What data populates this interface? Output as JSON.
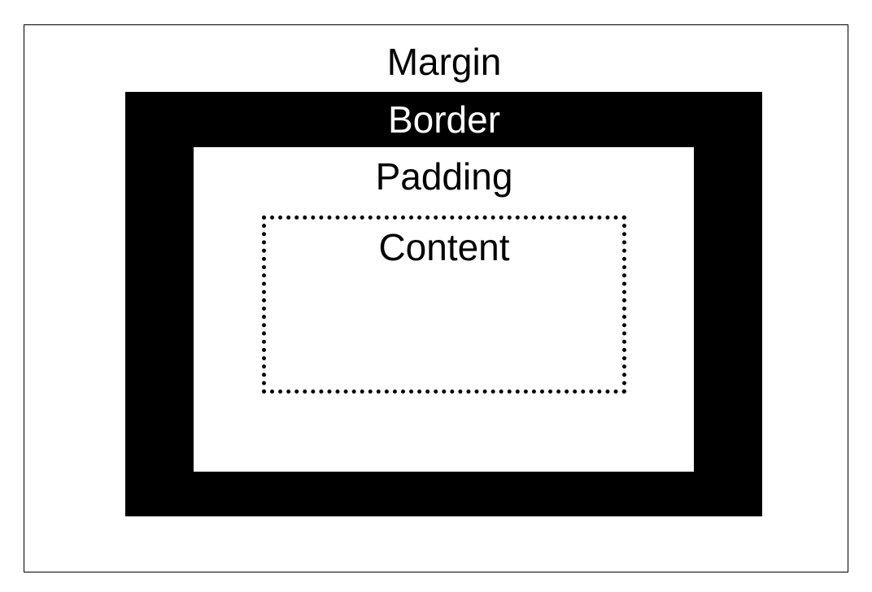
{
  "diagram": {
    "layers": {
      "margin": {
        "label": "Margin"
      },
      "border": {
        "label": "Border",
        "fill": "#000000",
        "label_color": "#ffffff"
      },
      "padding": {
        "label": "Padding"
      },
      "content": {
        "label": "Content",
        "outline_style": "dotted"
      }
    }
  }
}
